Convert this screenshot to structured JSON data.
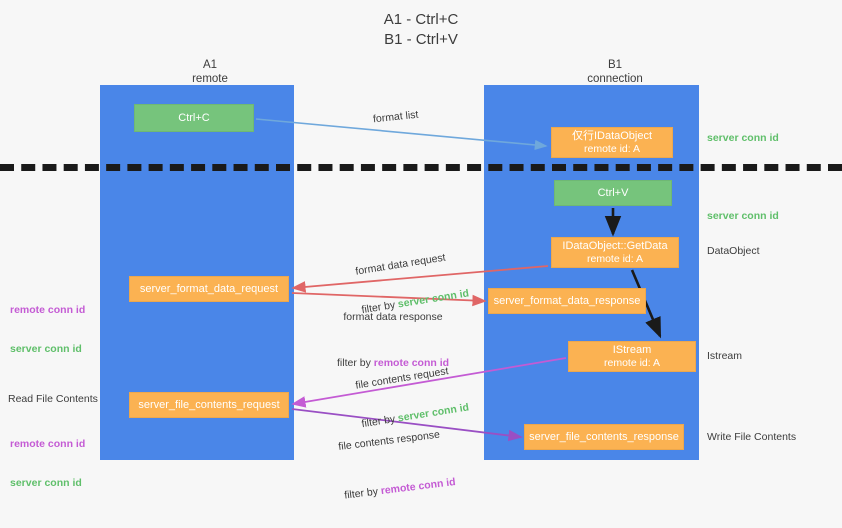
{
  "title": "A1 - Ctrl+C\nB1 - Ctrl+V",
  "columns": {
    "left": {
      "name": "A1",
      "role": "remote",
      "header": "A1\nremote"
    },
    "right": {
      "name": "B1",
      "role": "connection",
      "header": "B1\nconnection"
    }
  },
  "colors": {
    "lane": "#4a86e8",
    "green_box": "#76c47c",
    "orange_box": "#fbb252",
    "background": "#f7f7f7",
    "server_conn_id": "#5fbf6a",
    "remote_conn_id": "#c45bd4",
    "arrow_blue": "#6fa8dc",
    "arrow_red": "#e06666",
    "arrow_magenta": "#c45bd4",
    "arrow_purple": "#9a4fc4",
    "arrow_black": "#1a1a1a",
    "divider": "#1a1a1a"
  },
  "boxes": {
    "ctrl_c": {
      "label": "Ctrl+C",
      "color": "green"
    },
    "idataobject": {
      "line1": "仅行IDataObject",
      "line2": "remote id: A",
      "color": "orange"
    },
    "ctrl_v": {
      "label": "Ctrl+V",
      "color": "green"
    },
    "getdata": {
      "line1": "IDataObject::GetData",
      "line2": "remote id: A",
      "color": "orange"
    },
    "format_data_request": {
      "label": "server_format_data_request",
      "color": "orange"
    },
    "format_data_response": {
      "label": "server_format_data_response",
      "color": "orange"
    },
    "istream": {
      "line1": "IStream",
      "line2": "remote id: A",
      "color": "orange"
    },
    "file_contents_request": {
      "label": "server_file_contents_request",
      "color": "orange"
    },
    "file_contents_response": {
      "label": "server_file_contents_response",
      "color": "orange"
    }
  },
  "annotations": {
    "format_list": "format list",
    "server_conn_id_1": "server conn id",
    "server_conn_id_2": "server conn id",
    "dataobject_label": "DataObject",
    "istream_label": "Istream",
    "write_file_contents": "Write File Contents",
    "read_file_contents": "Read File Contents",
    "filter_by": "filter by ",
    "format_data_request": "format data request",
    "format_data_response": "format data response",
    "file_contents_request": "file contents request",
    "file_contents_response": "file contents response",
    "remote_conn_id": "remote conn id",
    "server_conn_id": "server conn id"
  }
}
